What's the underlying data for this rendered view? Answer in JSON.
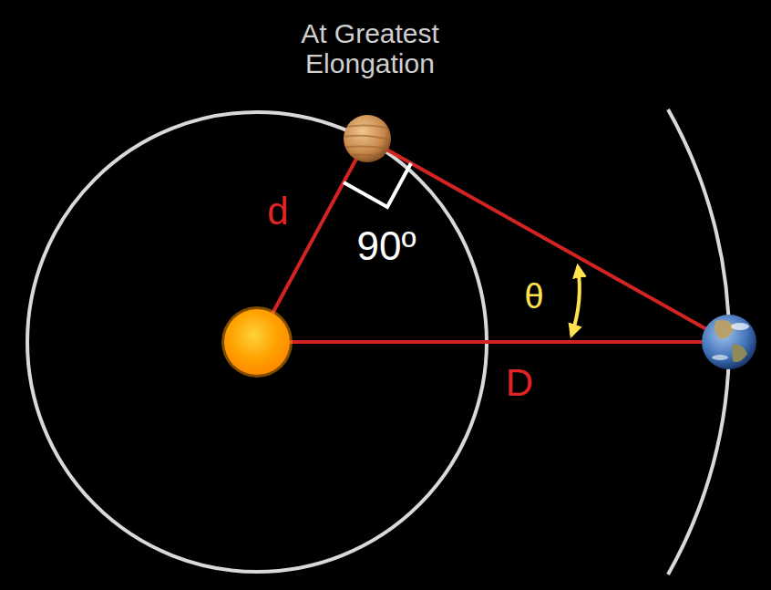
{
  "diagram": {
    "title": "At Greatest Elongation",
    "labels": [
      "d",
      "90º",
      "θ",
      "D"
    ]
  }
}
